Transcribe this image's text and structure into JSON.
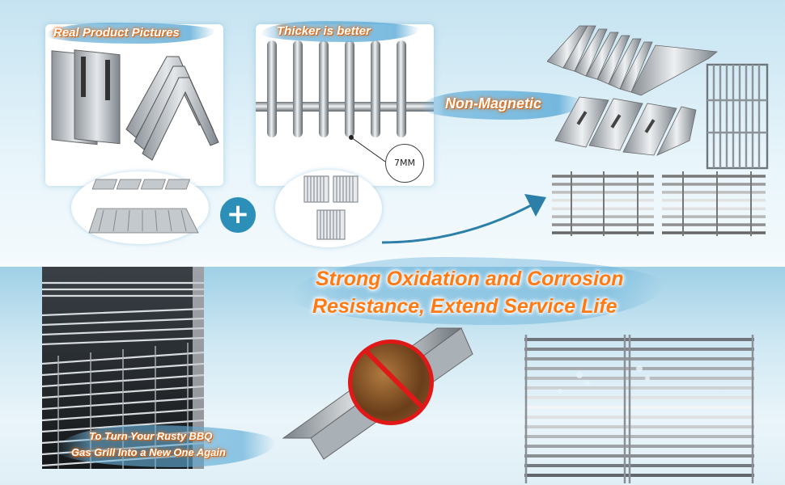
{
  "labels": {
    "real_product": "Real Product Pictures",
    "thicker": "Thicker is better",
    "non_magnetic": "Non-Magnetic",
    "thickness": "7MM",
    "plus": "+",
    "headline_line1": "Strong Oxidation and Corrosion",
    "headline_line2": "Resistance, Extend Service Life",
    "caption_line1": "To Turn Your Rusty BBQ",
    "caption_line2": "Gas Grill Into a New One Again"
  },
  "colors": {
    "accent_orange": "#ff7a12",
    "brush_blue": "#6ab4dc",
    "plus_blue": "#2b8fb8",
    "steel": "#b9bec3"
  },
  "icons": [
    "plus-icon",
    "arrow-icon",
    "no-rust-icon"
  ]
}
